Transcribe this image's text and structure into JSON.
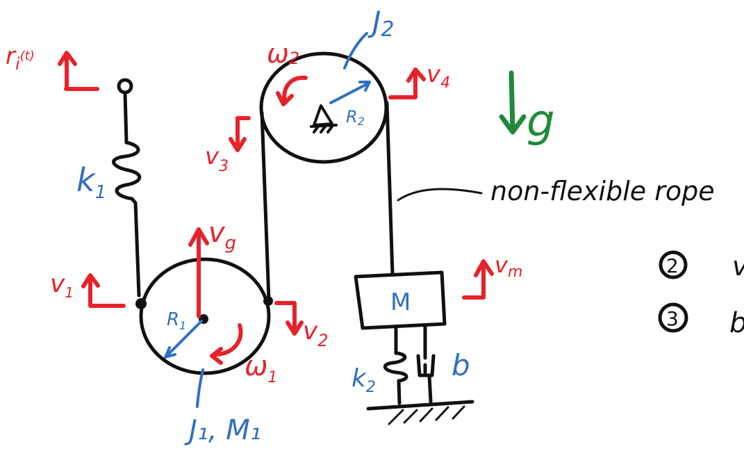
{
  "colors": {
    "red": "#e5232b",
    "blue": "#3070c0",
    "green": "#1f8a3a",
    "ink": "#111111"
  },
  "labels": {
    "r_input": "r",
    "r_input_sub": "i",
    "r_input_t": "(t)",
    "k1": "k",
    "k1_sub": "1",
    "v1": "v",
    "v1_sub": "1",
    "vg": "v",
    "vg_sub": "g",
    "R1": "R",
    "R1_sub": "1",
    "omega1": "ω",
    "omega1_sub": "1",
    "v2": "v",
    "v2_sub": "2",
    "J1M1": "J₁, M₁",
    "v3": "v",
    "v3_sub": "3",
    "omega2": "ω",
    "omega2_sub": "2",
    "J2": "J",
    "J2_sub": "2",
    "R2": "R",
    "R2_sub": "2",
    "v4": "v",
    "v4_sub": "4",
    "g": "g",
    "rope": "non-flexible rope",
    "vm": "v",
    "vm_sub": "m",
    "mass": "M",
    "k2": "k",
    "k2_sub": "2",
    "b": "b",
    "item2_num": "2",
    "item3_num": "3",
    "item2_text": "v",
    "item3_text": "b"
  }
}
